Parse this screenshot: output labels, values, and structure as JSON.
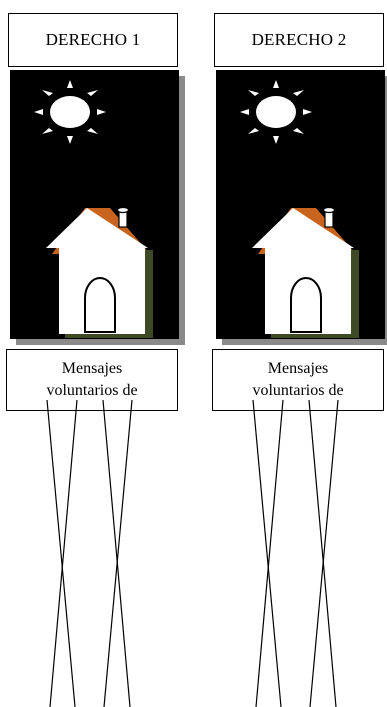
{
  "panels": [
    {
      "title": "DERECHO 1",
      "message": "Mensajes voluntarios de"
    },
    {
      "title": "DERECHO 2",
      "message": "Mensajes voluntarios de"
    }
  ],
  "colors": {
    "night_sky": "#000000",
    "sun": "#ffffff",
    "house": "#ffffff",
    "house_shadow": "#3d4a25",
    "roof_accent": "#c8641e",
    "panel_shadow": "#8a8a8a"
  },
  "icons": [
    "sun-icon",
    "house-icon"
  ]
}
